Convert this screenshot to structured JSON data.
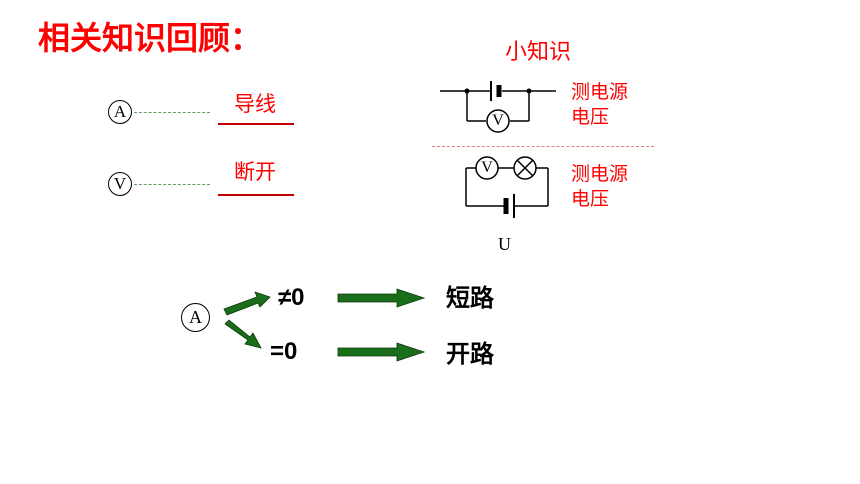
{
  "title": "相关知识回顾：",
  "review": {
    "ammeter_symbol": "A",
    "ammeter_answer": "导线",
    "voltmeter_symbol": "V",
    "voltmeter_answer": "断开"
  },
  "tip": {
    "heading": "小知识",
    "circuit1_label_line1": "测电源",
    "circuit1_label_line2": "电压",
    "circuit2_label_line1": "测电源",
    "circuit2_label_line2": "电压",
    "voltmeter_symbol": "V",
    "source_label": "U"
  },
  "judgement": {
    "meter_symbol": "A",
    "case1_condition": "≠0",
    "case1_result": "短路",
    "case2_condition": "=0",
    "case2_result": "开路"
  },
  "colors": {
    "title": "#ff0000",
    "answer": "#ff0000",
    "arrow": "#1a6e1a"
  }
}
